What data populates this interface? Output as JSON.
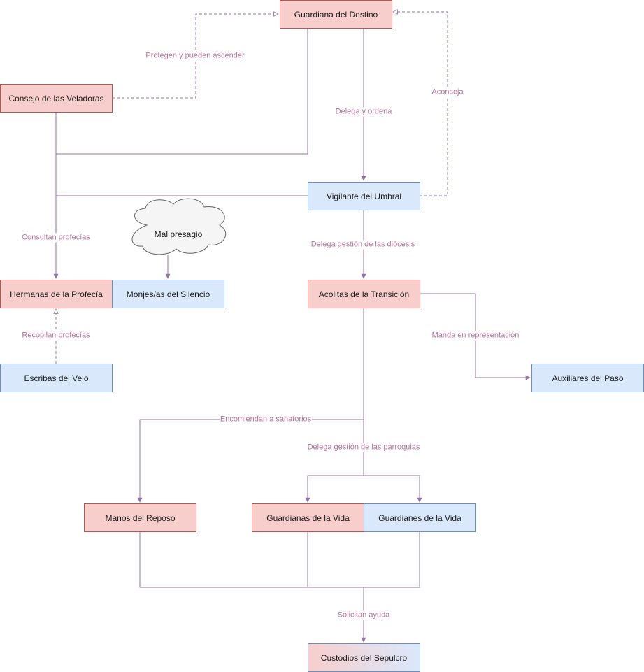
{
  "nodes": {
    "guardiana": "Guardiana del Destino",
    "consejo": "Consejo de las Veladoras",
    "vigilante": "Vigilante del Umbral",
    "hermanas": "Hermanas de la Profecía",
    "monjes": "Monjes/as del Silencio",
    "acolitas": "Acolitas de la Transición",
    "escribas": "Escribas del Velo",
    "auxiliares": "Auxiliares del Paso",
    "manos": "Manos del Reposo",
    "guardianas_vida": "Guardianas de la Vida",
    "guardianes_vida": "Guardianes de la Vida",
    "custodios": "Custodios del Sepulcro",
    "presagio": "Mal presagio"
  },
  "edge_labels": {
    "protegen": "Protegen y pueden ascender",
    "delega_ordena": "Delega y ordena",
    "aconseja": "Aconseja",
    "consultan": "Consultan profecías",
    "delega_diocesis": "Delega gestión de las diócesis",
    "recopilan": "Recopilan profecías",
    "manda": "Manda en representación",
    "encomiendan": "Encomiendan a sanatorios",
    "delega_parroquias": "Delega gestión de las parroquias",
    "solicitan": "Solicitan ayuda"
  },
  "colors": {
    "edge": "#9673a6",
    "label": "#b5739d",
    "red_fill": "#f8cecc",
    "red_stroke": "#b85450",
    "blue_fill": "#dae8fc",
    "blue_stroke": "#6c8ebf",
    "cloud_fill": "#f5f5f5",
    "cloud_stroke": "#666666"
  }
}
